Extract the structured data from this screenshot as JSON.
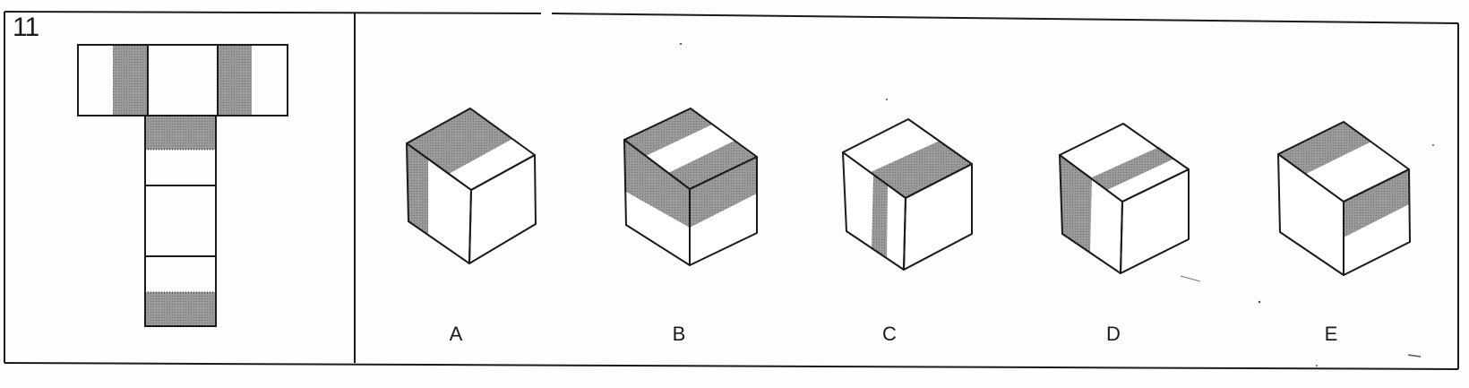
{
  "question": {
    "number": "11"
  },
  "options": [
    {
      "label": "A"
    },
    {
      "label": "B"
    },
    {
      "label": "C"
    },
    {
      "label": "D"
    },
    {
      "label": "E"
    }
  ],
  "colors": {
    "shade": "#8e8e8e",
    "line": "#1a1a1a",
    "paper": "#fdfdfb"
  }
}
